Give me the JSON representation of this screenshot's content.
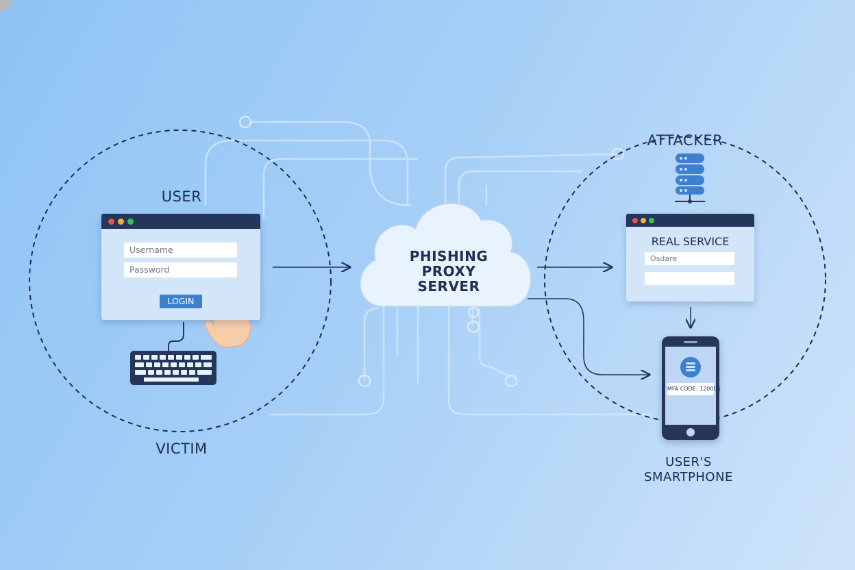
{
  "labels": {
    "user": "USER",
    "victim": "VICTIM",
    "attacker": "ATTACKER",
    "smartphone_line1": "USER'S",
    "smartphone_line2": "SMARTPHONE"
  },
  "login_window": {
    "username_placeholder": "Username",
    "password_placeholder": "Password",
    "login_label": "LOGIN"
  },
  "proxy": {
    "line1": "PHISHING",
    "line2": "PROXY",
    "line3": "SERVER"
  },
  "real_service": {
    "title": "REAL SERVICE",
    "field_text": "Osdare",
    "field2_text": ""
  },
  "phone": {
    "mfa_text": "MFA CODE: 120006"
  },
  "colors": {
    "dark_navy": "#24365a",
    "accent_blue": "#3e7fcf",
    "dot_red": "#e8524a",
    "dot_yellow": "#f2b233",
    "dot_green": "#3fbf58",
    "dashed": "#1f2d4d"
  }
}
